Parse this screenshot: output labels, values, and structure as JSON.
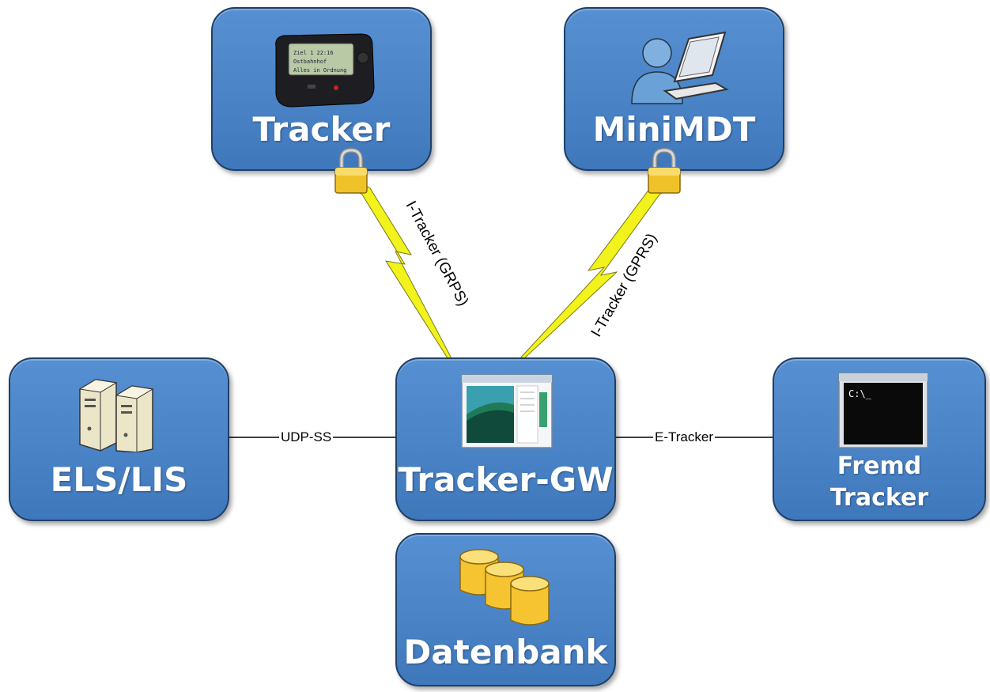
{
  "nodes": {
    "tracker": {
      "label": "Tracker",
      "icon": "pager-icon"
    },
    "minimdt": {
      "label": "MiniMDT",
      "icon": "user-laptop-icon"
    },
    "els_lis": {
      "label": "ELS/LIS",
      "icon": "servers-icon"
    },
    "tracker_gw": {
      "label": "Tracker-GW",
      "icon": "application-window-icon"
    },
    "fremd_tracker": {
      "label_line1": "Fremd",
      "label_line2": "Tracker",
      "icon": "command-prompt-icon"
    },
    "datenbank": {
      "label": "Datenbank",
      "icon": "database-icon"
    }
  },
  "edges": {
    "tracker_to_gw": {
      "label": "I-Tracker (GRPS)",
      "style": "lightning",
      "secured": true
    },
    "minimdt_to_gw": {
      "label": "I-Tracker (GPRS)",
      "style": "lightning",
      "secured": true
    },
    "els_to_gw": {
      "label": "UDP-SS",
      "style": "line"
    },
    "gw_to_fremd": {
      "label": "E-Tracker",
      "style": "line"
    }
  },
  "pager_screen": {
    "line1": "Ziel 1 22:16",
    "line2": "Ostbahnhof",
    "line3": "Alles in Ordnung"
  },
  "console_prompt": "C:\\_",
  "colors": {
    "node_fill": "#4a84c7",
    "node_border": "#1f3f66",
    "lightning": "#f2f21c",
    "lock": "#f0c22a",
    "database": "#f5c430"
  }
}
